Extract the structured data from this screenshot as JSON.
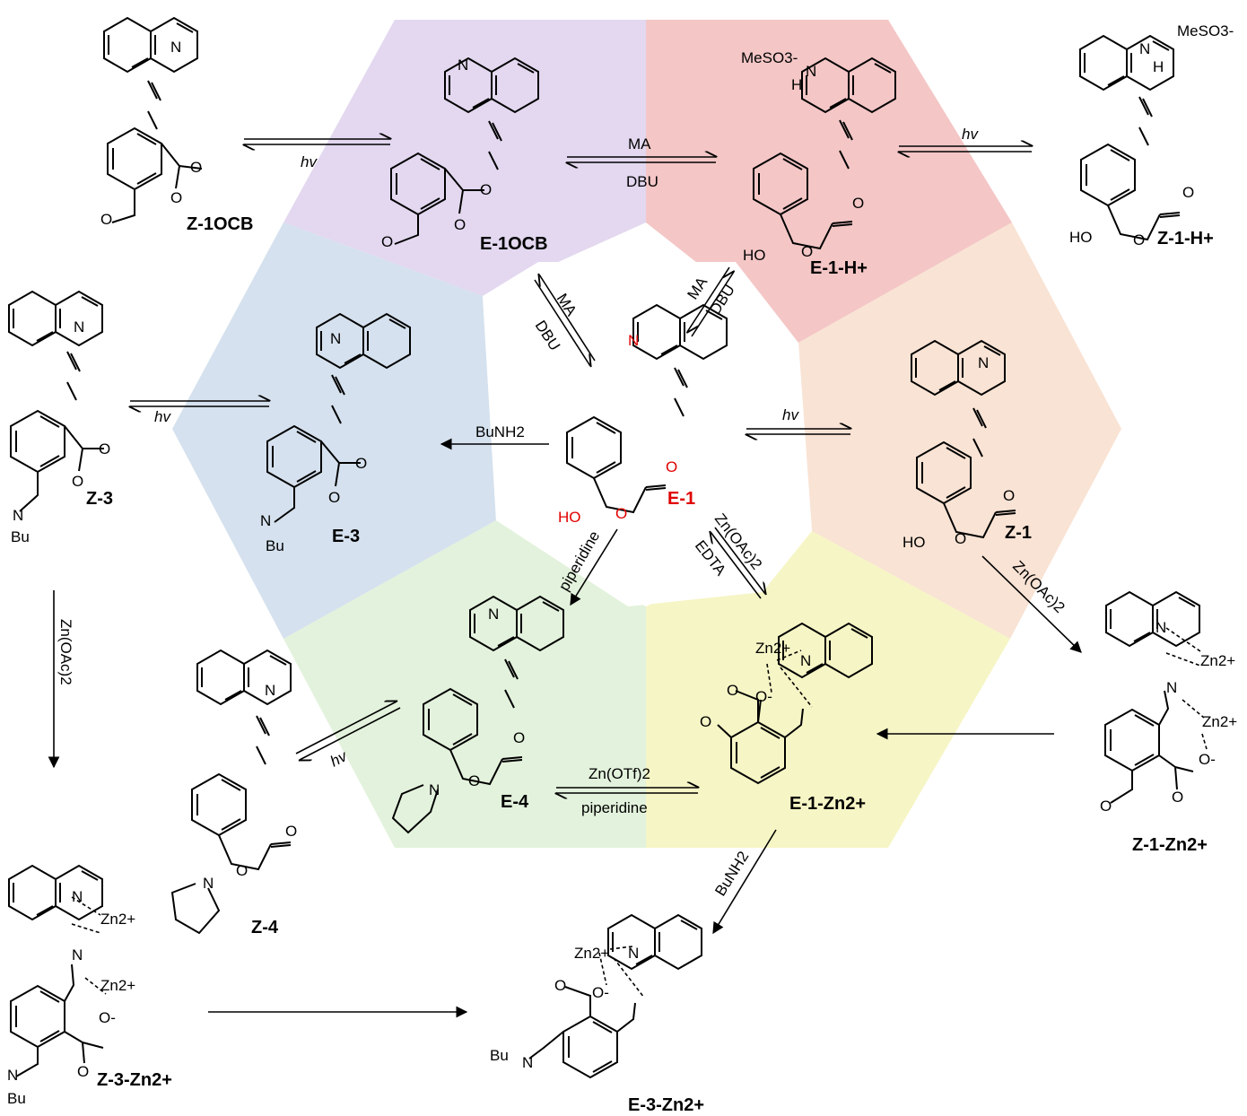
{
  "sector_colors": {
    "top_left": "#e3d8f0",
    "top_right": "#f4c6c6",
    "right": "#f9e3d4",
    "bottom_right": "#f6f5c5",
    "bottom_left": "#e3f2dc",
    "left": "#d5e1ee"
  },
  "center_color": "#ffffff",
  "center_compound_color": "#e00000",
  "compounds": {
    "e1": "E-1",
    "e1_ocb": "E-1OCB",
    "z1_ocb": "Z-1OCB",
    "e1_h": "E-1-H+",
    "z1_h": "Z-1-H+",
    "z1": "Z-1",
    "e3": "E-3",
    "z3": "Z-3",
    "e4": "E-4",
    "z4": "Z-4",
    "e1_zn": "E-1-Zn2+",
    "z1_zn": "Z-1-Zn2+",
    "z3_zn": "Z-3-Zn2+",
    "e3_zn": "E-3-Zn2+"
  },
  "reagents": {
    "hv": "hv",
    "ma": "MA",
    "dbu": "DBU",
    "bunh2": "BuNH2",
    "piperidine": "piperidine",
    "zn_oac2": "Zn(OAc)2",
    "edta": "EDTA",
    "zn_otf2": "Zn(OTf)2"
  },
  "atoms": {
    "n": "N",
    "o": "O",
    "ho": "HO",
    "h": "H",
    "mesylate": "MeSO3-",
    "bu": "Bu",
    "zn": "Zn2+",
    "o_minus": "O-"
  }
}
